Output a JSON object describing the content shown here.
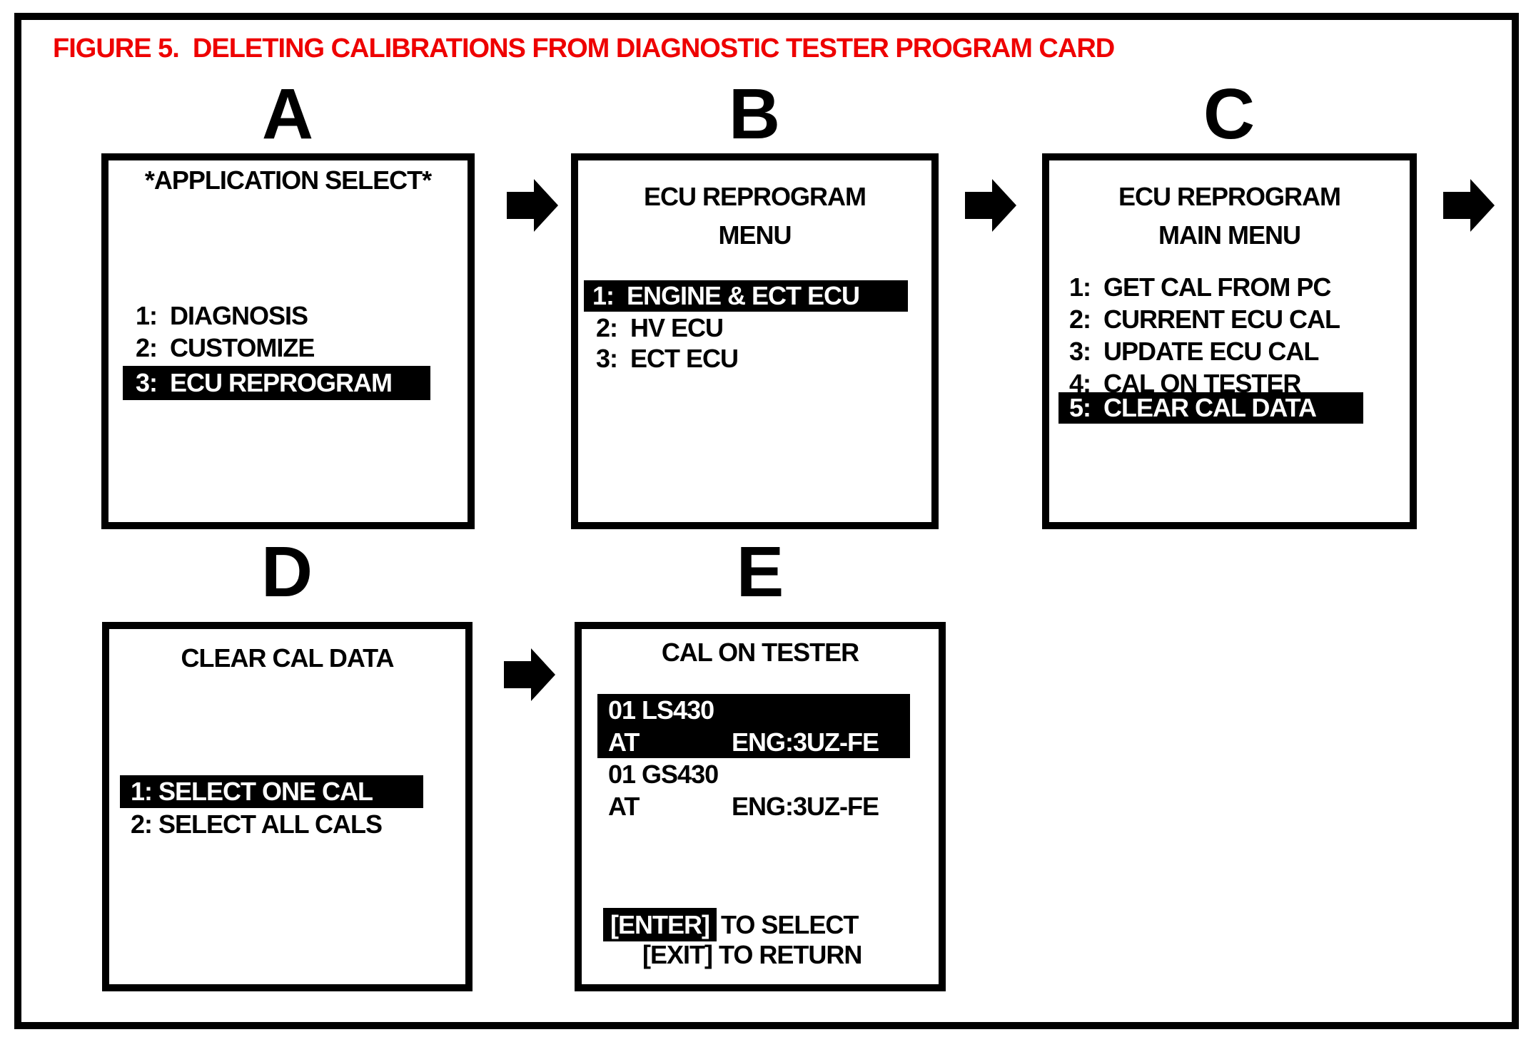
{
  "figure_title": "FIGURE 5.  DELETING CALIBRATIONS FROM DIAGNOSTIC TESTER PROGRAM CARD",
  "colors": {
    "title_red": "#ee0000",
    "highlight_bg": "#000000",
    "highlight_fg": "#ffffff"
  },
  "screens": {
    "a": {
      "label": "A",
      "title": "*APPLICATION SELECT*",
      "items": [
        {
          "text": "1:  DIAGNOSIS",
          "highlighted": false
        },
        {
          "text": "2:  CUSTOMIZE",
          "highlighted": false
        },
        {
          "text": "3:  ECU REPROGRAM",
          "highlighted": true
        }
      ]
    },
    "b": {
      "label": "B",
      "title_line1": "ECU REPROGRAM",
      "title_line2": "MENU",
      "items": [
        {
          "text": "1:  ENGINE & ECT ECU",
          "highlighted": true
        },
        {
          "text": "2:  HV ECU",
          "highlighted": false
        },
        {
          "text": "3:  ECT ECU",
          "highlighted": false
        }
      ]
    },
    "c": {
      "label": "C",
      "title_line1": "ECU REPROGRAM",
      "title_line2": "MAIN MENU",
      "items": [
        {
          "text": "1:  GET CAL FROM PC",
          "highlighted": false
        },
        {
          "text": "2:  CURRENT ECU CAL",
          "highlighted": false
        },
        {
          "text": "3:  UPDATE ECU CAL",
          "highlighted": false
        },
        {
          "text": "4:  CAL ON TESTER",
          "highlighted": false
        },
        {
          "text": "5:  CLEAR CAL DATA",
          "highlighted": true
        }
      ]
    },
    "d": {
      "label": "D",
      "title": "CLEAR CAL DATA",
      "items": [
        {
          "text": "1: SELECT ONE CAL",
          "highlighted": true
        },
        {
          "text": "2: SELECT ALL CALS",
          "highlighted": false
        }
      ]
    },
    "e": {
      "label": "E",
      "title": "CAL ON TESTER",
      "entries": [
        {
          "line1": "01 LS430",
          "col1": "AT",
          "col2": "ENG:3UZ-FE",
          "highlighted": true
        },
        {
          "line1": "01 GS430",
          "col1": "AT",
          "col2": "ENG:3UZ-FE",
          "highlighted": false
        }
      ],
      "footer_key1": "[ENTER]",
      "footer_action1": "TO SELECT",
      "footer_line2": "[EXIT] TO RETURN"
    }
  }
}
